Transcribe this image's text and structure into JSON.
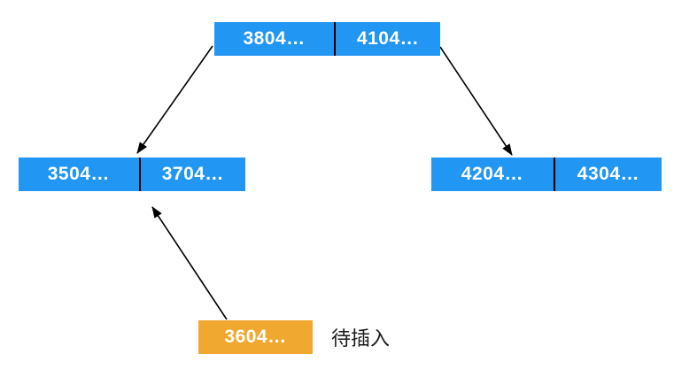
{
  "colors": {
    "node_blue": "#2196F3",
    "node_orange": "#F0A830",
    "node_text": "#FFFFFF",
    "arrow": "#000000",
    "annotation_text": "#1A1A1A"
  },
  "diagram": {
    "nodes": [
      {
        "name": "root",
        "cells": [
          "3804…",
          "4104…"
        ]
      },
      {
        "name": "left-leaf",
        "cells": [
          "3504…",
          "3704…"
        ]
      },
      {
        "name": "right-leaf",
        "cells": [
          "4204…",
          "4304…"
        ]
      },
      {
        "name": "pending-insert",
        "cells": [
          "3604…"
        ]
      }
    ],
    "edges": [
      {
        "from": "root",
        "to": "left-leaf"
      },
      {
        "from": "root",
        "to": "right-leaf"
      },
      {
        "from": "pending-insert",
        "to": "left-leaf"
      }
    ],
    "annotation": "待插入"
  }
}
